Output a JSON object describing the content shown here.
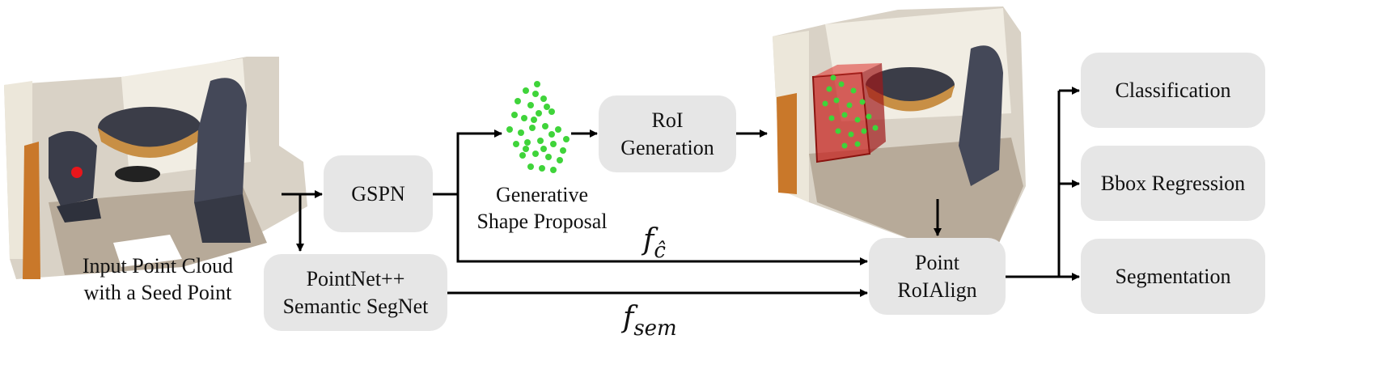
{
  "colors": {
    "box_fill": "#e6e6e6",
    "arrow": "#000000",
    "seed_point": "#e8161b",
    "proposal_points": "#3fd43a",
    "roi_box": "#c8201c"
  },
  "scene_left": {
    "caption_line1": "Input Point Cloud",
    "caption_line2": "with a Seed Point"
  },
  "boxes": {
    "gspn": "GSPN",
    "pointnet_line1": "PointNet++",
    "pointnet_line2": "Semantic SegNet",
    "roi_line1": "RoI",
    "roi_line2": "Generation",
    "roialign_line1": "Point",
    "roialign_line2": "RoIAlign",
    "classification": "Classification",
    "bbox": "Bbox Regression",
    "segmentation": "Segmentation"
  },
  "proposal": {
    "caption_line1": "Generative",
    "caption_line2": "Shape Proposal"
  },
  "features": {
    "fc_base": "f",
    "fc_sub": "ĉ",
    "fsem_base": "f",
    "fsem_sub": "sem"
  }
}
